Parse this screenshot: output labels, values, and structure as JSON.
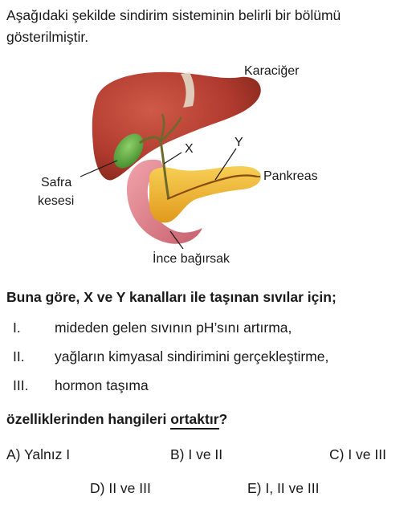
{
  "intro": "Aşağıdaki şekilde sindirim sisteminin belirli bir bölümü gösterilmiştir.",
  "figure": {
    "labels": {
      "liver": "Karaciğer",
      "x": "X",
      "y": "Y",
      "gallbladder_1": "Safra",
      "gallbladder_2": "kesesi",
      "pancreas": "Pankreas",
      "intestine": "İnce bağırsak"
    }
  },
  "question": "Buna göre, X ve Y kanalları ile taşınan sıvılar için;",
  "items": [
    {
      "num": "I.",
      "text": "mideden gelen sıvının pH’sını artırma,"
    },
    {
      "num": "II.",
      "text": "yağların kimyasal sindirimini gerçekleştirme,"
    },
    {
      "num": "III.",
      "text": "hormon taşıma"
    }
  ],
  "footer": {
    "before": "özelliklerinden hangileri ",
    "underlined": "ortaktır",
    "after": "?"
  },
  "options": {
    "a": "A) Yalnız I",
    "b": "B) I ve II",
    "c": "C) I ve III",
    "d": "D) II ve III",
    "e": "E) I, II ve III"
  },
  "colors": {
    "liver": "#b03a2e",
    "gallbladder": "#5aa83a",
    "pancreas": "#f2b530",
    "intestine": "#e5808c",
    "duct": "#6b6a2a"
  }
}
